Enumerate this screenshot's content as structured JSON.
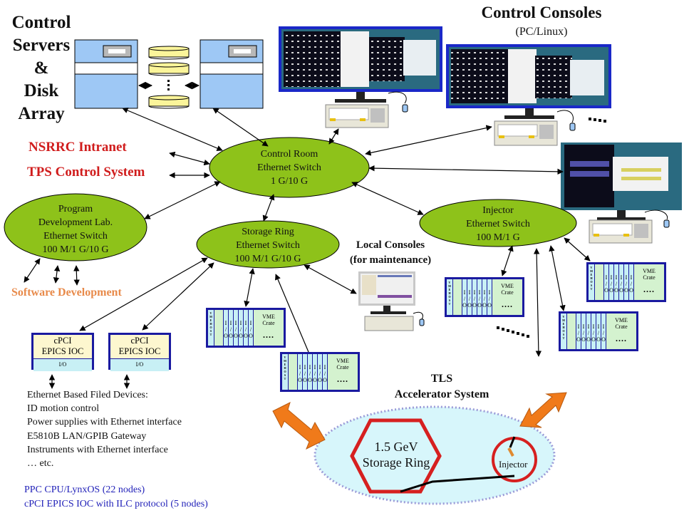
{
  "title": {
    "servers_lines": [
      "Control",
      "Servers",
      "&",
      "Disk",
      "Array"
    ],
    "consoles": "Control Consoles",
    "consoles_sub": "(PC/Linux)"
  },
  "labels": {
    "intranet": "NSRRC Intranet",
    "tps": "TPS Control System",
    "software_dev": "Software Development",
    "local_consoles": [
      "Local Consoles",
      "(for maintenance)"
    ],
    "tls": [
      "TLS",
      "Accelerator System"
    ]
  },
  "switches": {
    "control_room": [
      "Control Room",
      "Ethernet Switch",
      "1 G/10 G"
    ],
    "program_dev": [
      "Program",
      "Development Lab.",
      "Ethernet Switch",
      "100 M/1 G/10 G"
    ],
    "storage_ring": [
      "Storage Ring",
      "Ethernet Switch",
      "100 M/1 G/10 G"
    ],
    "injector": [
      "Injector",
      "Ethernet Switch",
      "100 M/1 G"
    ]
  },
  "cpci": {
    "title_lines": [
      "cPCI",
      "EPICS IOC"
    ],
    "io_label": "I/O"
  },
  "vme": {
    "host_label": "VME HOST",
    "slot_label": [
      "I",
      "/",
      "O"
    ],
    "crate_label": [
      "VME",
      "Crate"
    ],
    "ellipsis": "...."
  },
  "devices": [
    "Ethernet Based Filed Devices:",
    "ID motion control",
    "Power supplies with Ethernet interface",
    "E5810B LAN/GPIB Gateway",
    "Instruments with Ethernet interface",
    "… etc."
  ],
  "notes": [
    "PPC CPU/LynxOS (22 nodes)",
    "cPCI EPICS IOC with ILC protocol (5 nodes)"
  ],
  "accelerator": {
    "ring_lines": [
      "1.5 GeV",
      "Storage Ring"
    ],
    "injector": "Injector"
  },
  "colors": {
    "switch_fill": "#8ec21a",
    "server_fill": "#9ec8f5",
    "disk_fill": "#fbf59a",
    "label_red": "#d01c1c",
    "label_orange": "#e88a4a",
    "note_blue": "#1f1fb8",
    "ring_red": "#d62020",
    "accelerator_bg": "#d7f6fb",
    "big_arrow": "#f07a1a"
  }
}
